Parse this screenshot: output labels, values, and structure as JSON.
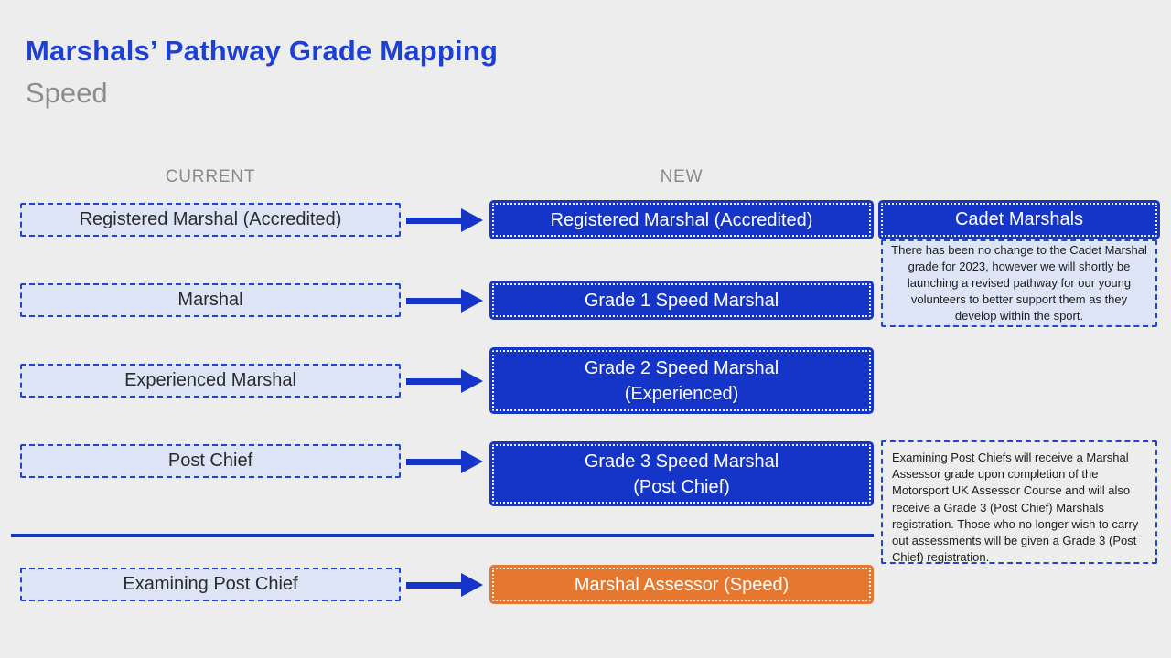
{
  "page": {
    "title": "Marshals’ Pathway Grade Mapping",
    "subtitle": "Speed"
  },
  "columns": {
    "current_label": "CURRENT",
    "new_label": "NEW"
  },
  "rows": [
    {
      "current": "Registered Marshal (Accredited)",
      "new_line1": "Registered Marshal (Accredited)",
      "new_line2": ""
    },
    {
      "current": "Marshal",
      "new_line1": "Grade 1 Speed Marshal",
      "new_line2": ""
    },
    {
      "current": "Experienced Marshal",
      "new_line1": "Grade 2 Speed Marshal",
      "new_line2": "(Experienced)"
    },
    {
      "current": "Post Chief",
      "new_line1": "Grade 3 Speed Marshal",
      "new_line2": "(Post Chief)"
    },
    {
      "current": "Examining Post Chief",
      "new_line1": "Marshal Assessor (Speed)",
      "new_line2": ""
    }
  ],
  "side_notes": {
    "cadet_title": "Cadet Marshals",
    "cadet_body": "There has been no change to the Cadet Marshal grade for 2023, however we will shortly be launching a revised pathway for our young volunteers to better support them as they develop within the sport.",
    "examining_body": "Examining Post Chiefs will receive a Marshal Assessor grade upon completion of the Motorsport UK Assessor Course and will also receive a Grade 3 (Post Chief) Marshals registration. Those who no longer wish to carry out assessments will be given a Grade 3 (Post Chief) registration."
  },
  "colors": {
    "background": "#EDEDEE",
    "brand_blue": "#1435C8",
    "title_blue": "#1C3FD4",
    "light_blue_fill": "#DDE4F5",
    "orange": "#E5782E",
    "gray_label": "#8A8A8A",
    "dark_text": "#2B2B2B",
    "white": "#FFFFFF"
  }
}
